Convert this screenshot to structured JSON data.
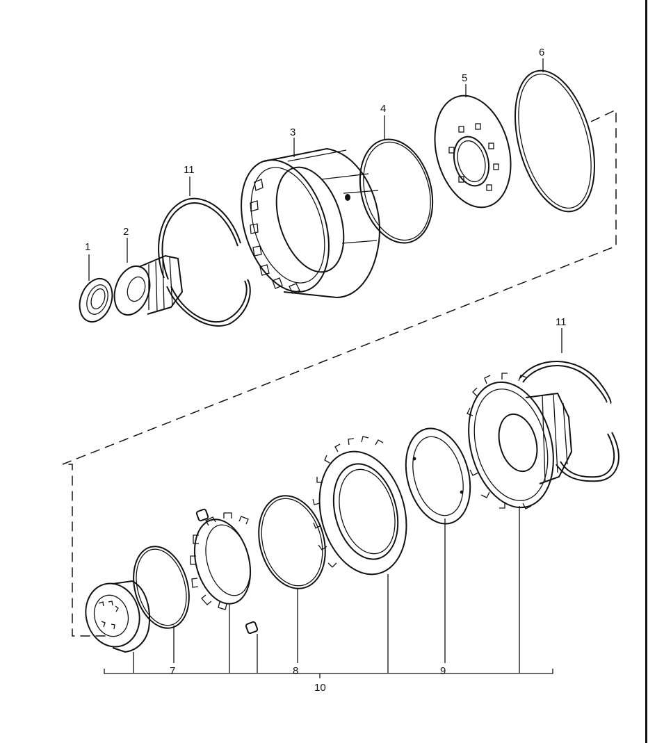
{
  "callouts": {
    "part_1": "1",
    "part_2": "2",
    "part_3": "3",
    "part_4": "4",
    "part_5": "5",
    "part_6": "6",
    "part_7": "7",
    "part_8": "8",
    "part_9": "9",
    "part_10": "10",
    "part_11_upper": "11",
    "part_11_lower": "11"
  }
}
